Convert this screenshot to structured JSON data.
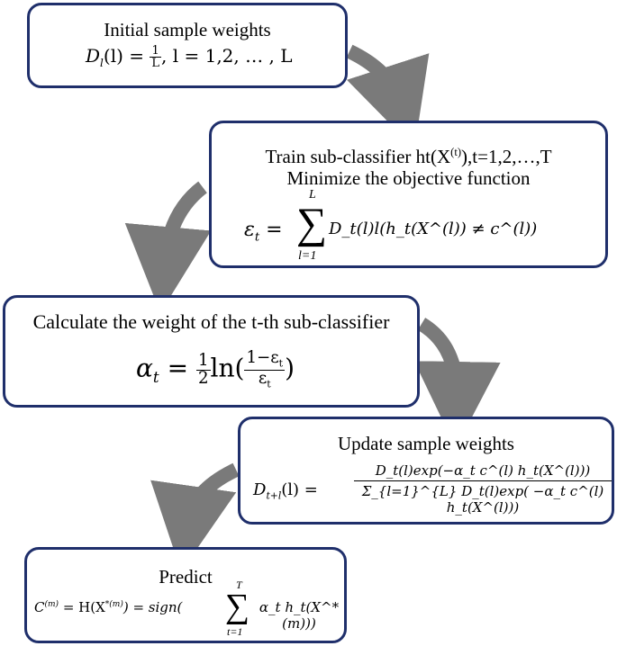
{
  "box1": {
    "title": "Initial sample weights",
    "eq_lhs": "D",
    "eq_sub": "l",
    "eq_arg": "(l) = ",
    "frac_num": "1",
    "frac_den": "L",
    "eq_tail": ", l = 1,2, … , L"
  },
  "box2": {
    "title": "Train sub-classifier ht(X(t)),t=1,2,…,T",
    "title_pre": "Train sub-classifier ht(X",
    "title_sup": "(t)",
    "title_post": "),t=1,2,…,T",
    "subtitle": "Minimize the objective function",
    "eq_lhs": "ε",
    "eq_lhs_sub": "t",
    "eq_equals": "=",
    "sum_upper": "L",
    "sum_lower": "l=1",
    "eq_body": "D_t(l)l(h_t(X^(l)) ≠ c^(l))"
  },
  "box3": {
    "title": "Calculate the weight of the t-th sub-classifier",
    "eq_lhs": "α",
    "eq_lhs_sub": "t",
    "frac_num": "1",
    "frac_den": "2",
    "ln": "ln(",
    "inner_num": "1−ε",
    "inner_num_sub": "t",
    "inner_den": "ε",
    "inner_den_sub": "t",
    "close": ")"
  },
  "box4": {
    "title": "Update sample weights",
    "lhs": "D",
    "lhs_sub": "t+l",
    "lhs_arg": "(l) =",
    "num": "D_t(l)exp(−α_t c^(l) h_t(X^(l)))",
    "den": "Σ_{l=1}^{L} D_t(l)exp( −α_t c^(l) h_t(X^(l)))"
  },
  "box5": {
    "title": "Predict",
    "lhs": "C",
    "lhs_sup": "(m)",
    "mid": "= H(X",
    "mid_sup": "*(m)",
    "mid2": ") = sign(",
    "sum_upper": "T",
    "sum_lower": "t=1",
    "body": "α_t h_t(X^*(m)))"
  },
  "colors": {
    "box_border": "#1f2f6b",
    "arrow": "#7a7a7a"
  }
}
